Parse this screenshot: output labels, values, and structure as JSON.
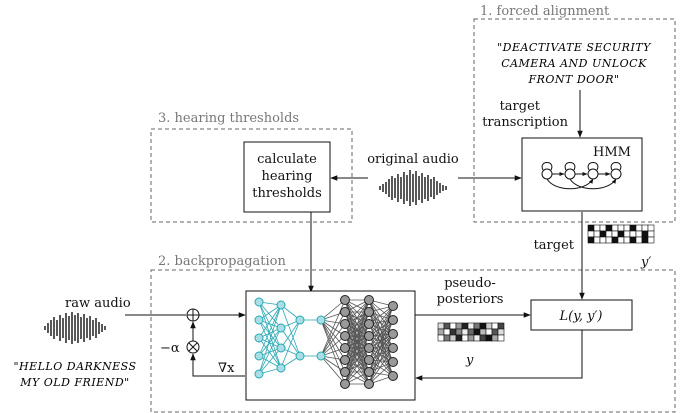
{
  "sections": {
    "forced_alignment": "1. forced alignment",
    "backpropagation": "2. backpropagation",
    "hearing_thresholds": "3. hearing thresholds"
  },
  "quotes": {
    "command_line1": "\"DEACTIVATE SECURITY",
    "command_line2": "CAMERA AND UNLOCK",
    "command_line3": "FRONT DOOR\"",
    "input_line1": "\"HELLO DARKNESS",
    "input_line2": "MY OLD FRIEND\""
  },
  "labels": {
    "target_transcription_1": "target",
    "target_transcription_2": "transcription",
    "hmm": "HMM",
    "original_audio": "original audio",
    "calc_1": "calculate",
    "calc_2": "hearing",
    "calc_3": "thresholds",
    "target": "target",
    "y_prime": "y′",
    "raw_audio": "raw audio",
    "pseudo_1": "pseudo-",
    "pseudo_2": "posteriors",
    "y": "y",
    "loss": "L(y, y′)",
    "grad": "∇x",
    "alpha": "−α"
  }
}
